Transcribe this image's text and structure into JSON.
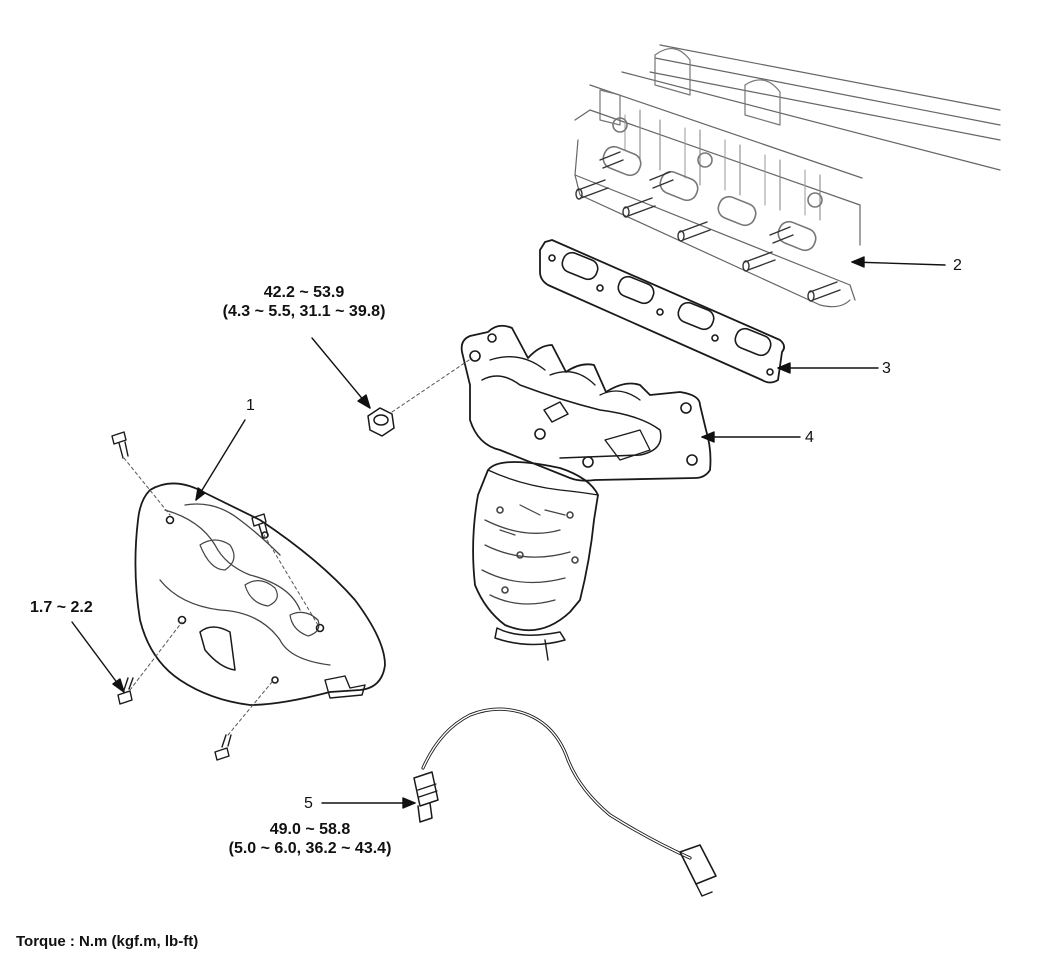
{
  "callouts": {
    "c1": "1",
    "c2": "2",
    "c3": "3",
    "c4": "4",
    "c5": "5"
  },
  "torques": {
    "nut_line1": "42.2 ~ 53.9",
    "nut_line2": "(4.3 ~ 5.5, 31.1 ~ 39.8)",
    "bolt_line1": "1.7 ~ 2.2",
    "sensor_line1": "49.0 ~ 58.8",
    "sensor_line2": "(5.0 ~ 6.0, 36.2 ~ 43.4)"
  },
  "caption": "Torque : N.m (kgf.m, lb-ft)",
  "colors": {
    "line": "#1a1a1a",
    "fill": "#ffffff",
    "detail": "#444444"
  }
}
